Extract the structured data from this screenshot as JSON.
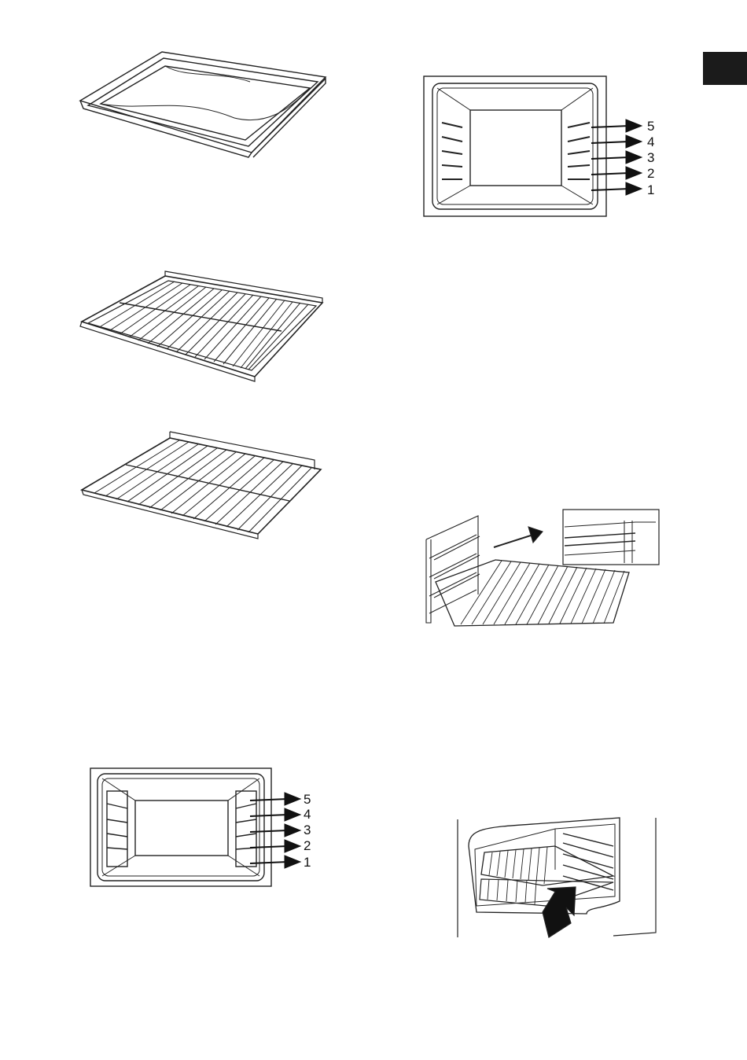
{
  "accessories": {
    "baking_tray": {
      "icon": "baking-tray-illustration"
    },
    "wire_grill": {
      "icon": "wire-grill-illustration"
    },
    "wire_shelf": {
      "icon": "wire-shelf-with-stop-illustration"
    }
  },
  "shelf_diagram_top": {
    "icon": "oven-cavity-wire-runners-illustration",
    "levels": [
      "5",
      "4",
      "3",
      "2",
      "1"
    ]
  },
  "shelf_diagram_bottom": {
    "icon": "oven-cavity-telescopic-runners-illustration",
    "levels": [
      "5",
      "4",
      "3",
      "2",
      "1"
    ]
  },
  "insert_grill_guide": {
    "icon": "insert-grill-on-runners-illustration"
  },
  "push_tray_guide": {
    "icon": "push-grill-into-oven-illustration"
  },
  "edge_tab": {
    "color": "#1b1b1b"
  }
}
